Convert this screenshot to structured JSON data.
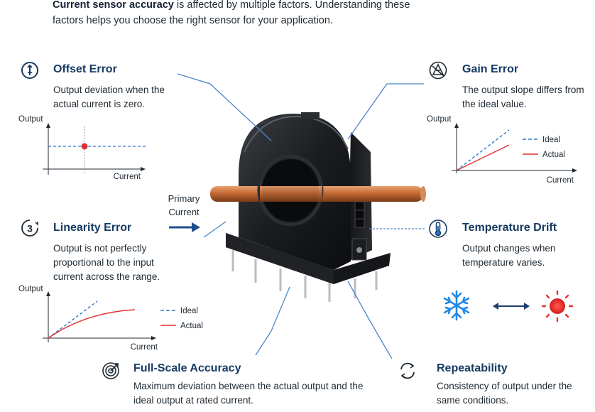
{
  "intro": {
    "bold": "Current sensor accuracy",
    "rest": " is affected by multiple factors. Understanding these factors helps you choose the right sensor for your application."
  },
  "offset": {
    "title": "Offset Error",
    "desc": "Output deviation when the actual current is zero.",
    "y_label": "Output",
    "x_label": "Current"
  },
  "gain": {
    "title": "Gain Error",
    "desc": "The output slope differs from the ideal value.",
    "y_label": "Output",
    "x_label": "Current",
    "legend_ideal": "Ideal",
    "legend_actual": "Actual"
  },
  "linearity": {
    "title": "Linearity Error",
    "desc": "Output is not perfectly proportional to the input current across the range.",
    "y_label": "Output",
    "x_label": "Current",
    "legend_ideal": "Ideal",
    "legend_actual": "Actual"
  },
  "temperature": {
    "title": "Temperature Drift",
    "desc": "Output changes when temperature varies."
  },
  "fullscale": {
    "title": "Full-Scale Accuracy",
    "desc": "Maximum deviation between the actual output and the ideal output at rated current."
  },
  "repeat": {
    "title": "Repeatability",
    "desc": "Consistency of output under the same conditions."
  },
  "primary": {
    "line1": "Primary",
    "line2": "Current"
  },
  "icons": {
    "offset": "offset-gauge-icon",
    "gain": "gain-triangle-icon",
    "linearity": "number-three-icon",
    "temperature": "thermometer-icon",
    "fullscale": "target-icon",
    "repeat": "cycle-arrows-icon",
    "cold": "snowflake-icon",
    "hot": "sun-icon"
  },
  "colors": {
    "title": "#163a63",
    "ideal": "#2f73c9",
    "actual": "#e0312f",
    "leader": "#4a86c8",
    "snowflake": "#1e88e5",
    "sun": "#e53030",
    "copper": "#c46a36"
  }
}
